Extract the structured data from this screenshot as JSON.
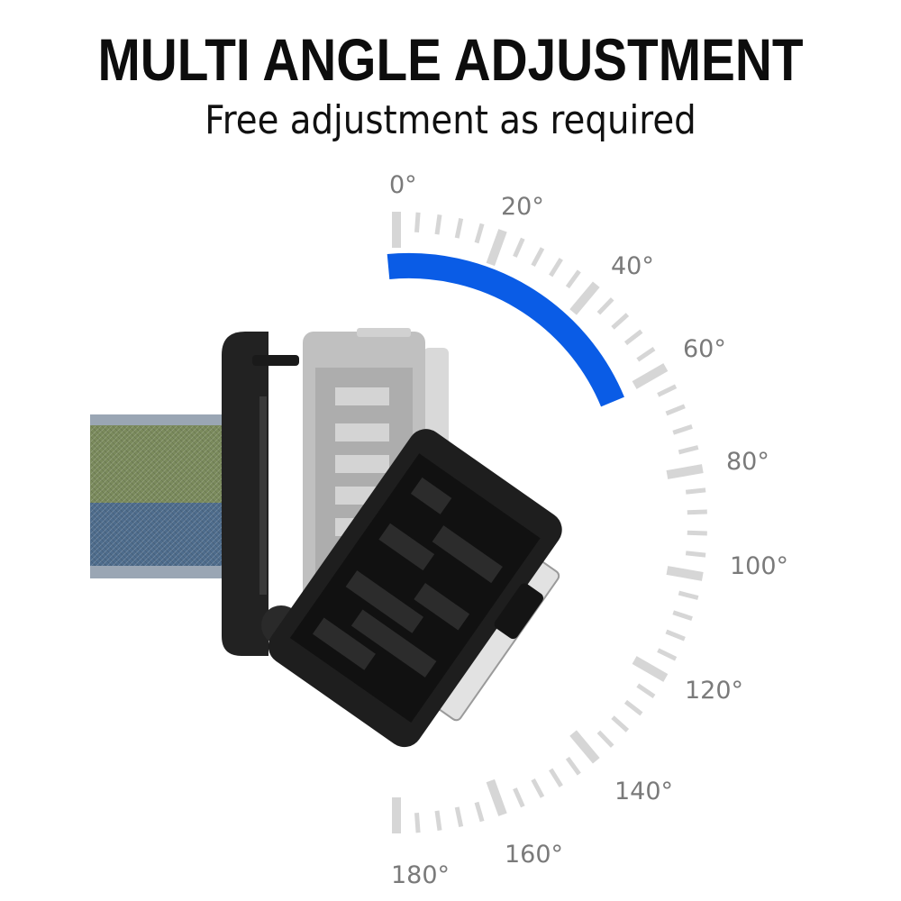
{
  "heading": {
    "title": "MULTI ANGLE ADJUSTMENT",
    "subtitle": "Free adjustment as required"
  },
  "dial": {
    "labels": [
      "0°",
      "20°",
      "40°",
      "60°",
      "80°",
      "100°",
      "120°",
      "140°",
      "160°",
      "180°"
    ],
    "highlight_color": "#0a5ce6",
    "tick_color": "#d6d6d6",
    "label_color": "#7a7a7a"
  },
  "product": {
    "strap_colors": {
      "green": "#7a8a5c",
      "blue": "#4e6c8c",
      "edge": "#9aa6b4"
    },
    "body_color": "#1e1e1e",
    "ghost_color": "#bdbdbd"
  }
}
